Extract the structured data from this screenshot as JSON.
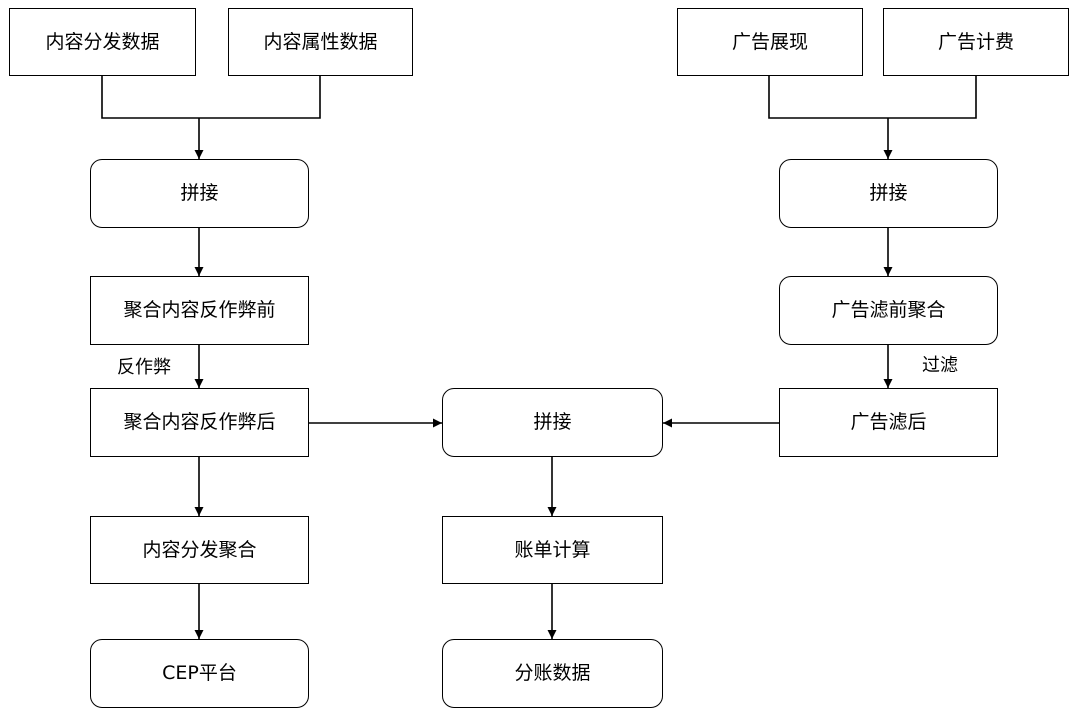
{
  "nodes": {
    "content_dist_data": "内容分发数据",
    "content_attr_data": "内容属性数据",
    "ad_impression": "广告展现",
    "ad_billing": "广告计费",
    "join_left": "拼接",
    "join_right": "拼接",
    "agg_before_anti_cheat": "聚合内容反作弊前",
    "ad_agg_before_filter": "广告滤前聚合",
    "agg_after_anti_cheat": "聚合内容反作弊后",
    "join_center": "拼接",
    "ad_after_filter": "广告滤后",
    "content_dist_agg": "内容分发聚合",
    "billing_calc": "账单计算",
    "cep_platform": "CEP平台",
    "settlement_data": "分账数据"
  },
  "edge_labels": {
    "anti_cheat": "反作弊",
    "filter": "过滤"
  }
}
